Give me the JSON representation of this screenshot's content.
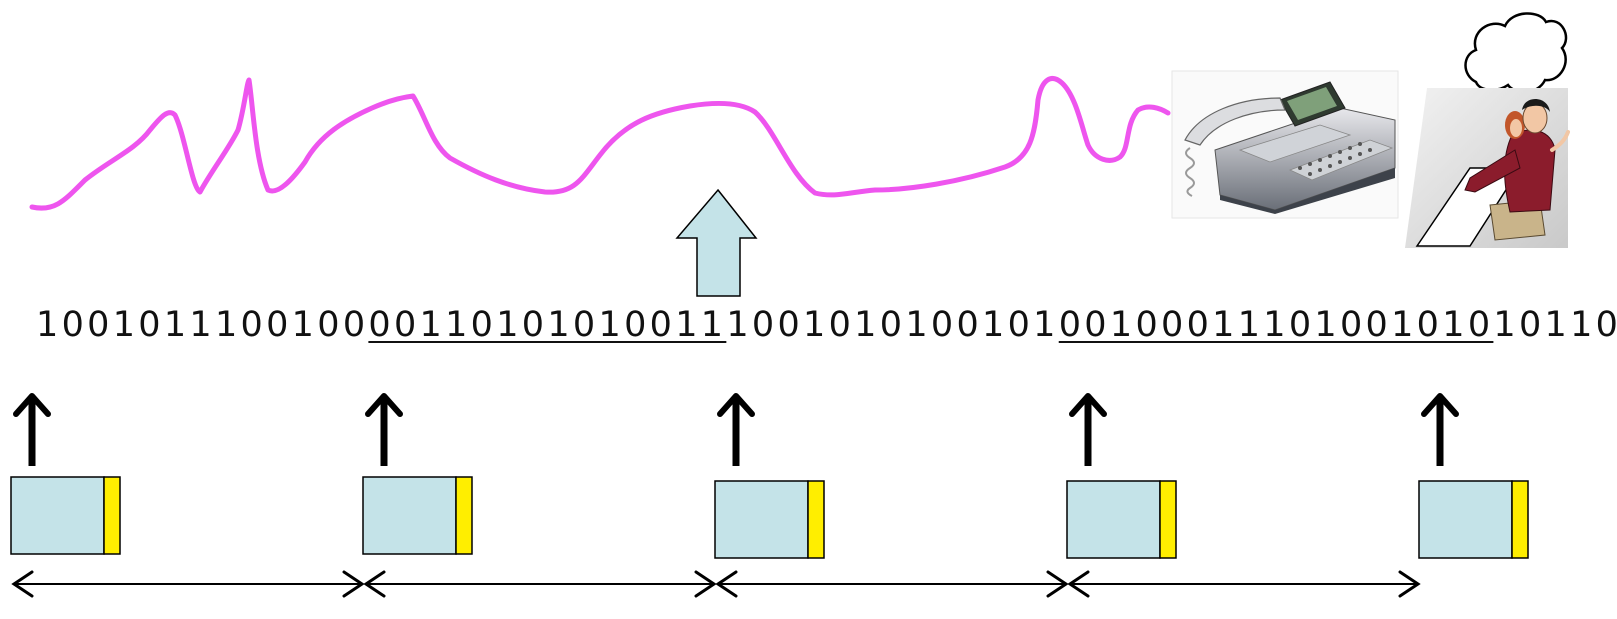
{
  "bitstream": {
    "segments": [
      {
        "text": "1001011100100",
        "underlined": false
      },
      {
        "text": "00110101010011",
        "underlined": true
      },
      {
        "text": "1001010100101",
        "underlined": false
      },
      {
        "text": "00100011101001010",
        "underlined": true
      },
      {
        "text": "10110",
        "underlined": false
      }
    ]
  },
  "colors": {
    "waveform": "#ee55ee",
    "packet_body": "#c4e3e8",
    "packet_tail": "#ffee00",
    "up_arrow_fill": "#c4e3e8",
    "ink": "#000000"
  },
  "icons": {
    "phone": "desk-telephone-icon",
    "person": "person-at-desk-thinking-icon"
  },
  "packets": [
    {
      "label": ""
    },
    {
      "label": ""
    },
    {
      "label": ""
    },
    {
      "label": ""
    },
    {
      "label": ""
    }
  ]
}
